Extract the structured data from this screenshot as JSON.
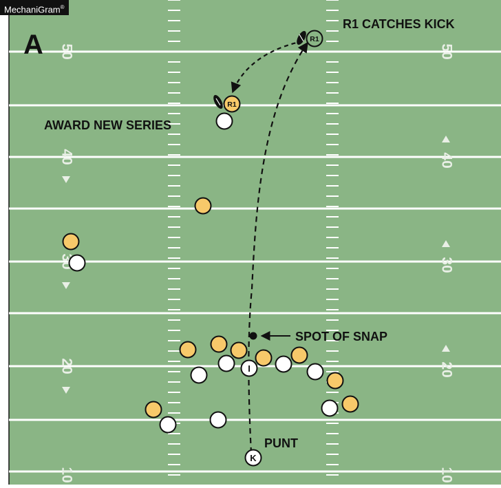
{
  "brand": {
    "name": "MechaniGram",
    "mark": "®"
  },
  "panel_letter": "A",
  "yard_numbers": {
    "top": "50",
    "upper": "40",
    "middle": "30",
    "lower": "20",
    "bottom": "10"
  },
  "labels": {
    "catch": "R1 CATCHES KICK",
    "award": "AWARD NEW SERIES",
    "snap": "SPOT OF SNAP",
    "punt": "PUNT"
  },
  "player_marks": {
    "receiver": "R1",
    "kicker": "K",
    "snapper": "I"
  },
  "colors": {
    "field": "#8ab585",
    "lines": "#ffffff",
    "team_r": "#f7c96a",
    "team_k": "#ffffff",
    "outline": "#111111"
  }
}
